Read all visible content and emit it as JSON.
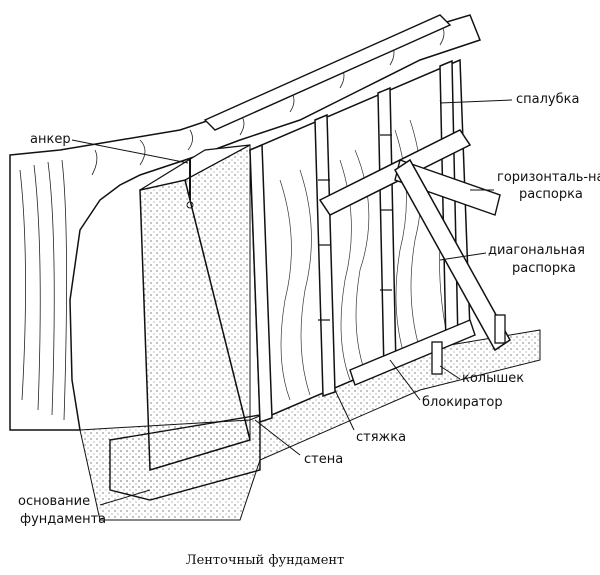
{
  "caption": "Ленточный фундамент",
  "labels": {
    "anchor": "анкер",
    "formwork": "спалубка",
    "horizontal_brace_1": "горизонталь-ная",
    "horizontal_brace_2": "распорка",
    "diagonal_brace_1": "диагональная",
    "diagonal_brace_2": "распорка",
    "stake": "колышек",
    "blocker": "блокиратор",
    "tie": "стяжка",
    "wall": "стена",
    "base_1": "основание",
    "base_2": "фундамента"
  }
}
